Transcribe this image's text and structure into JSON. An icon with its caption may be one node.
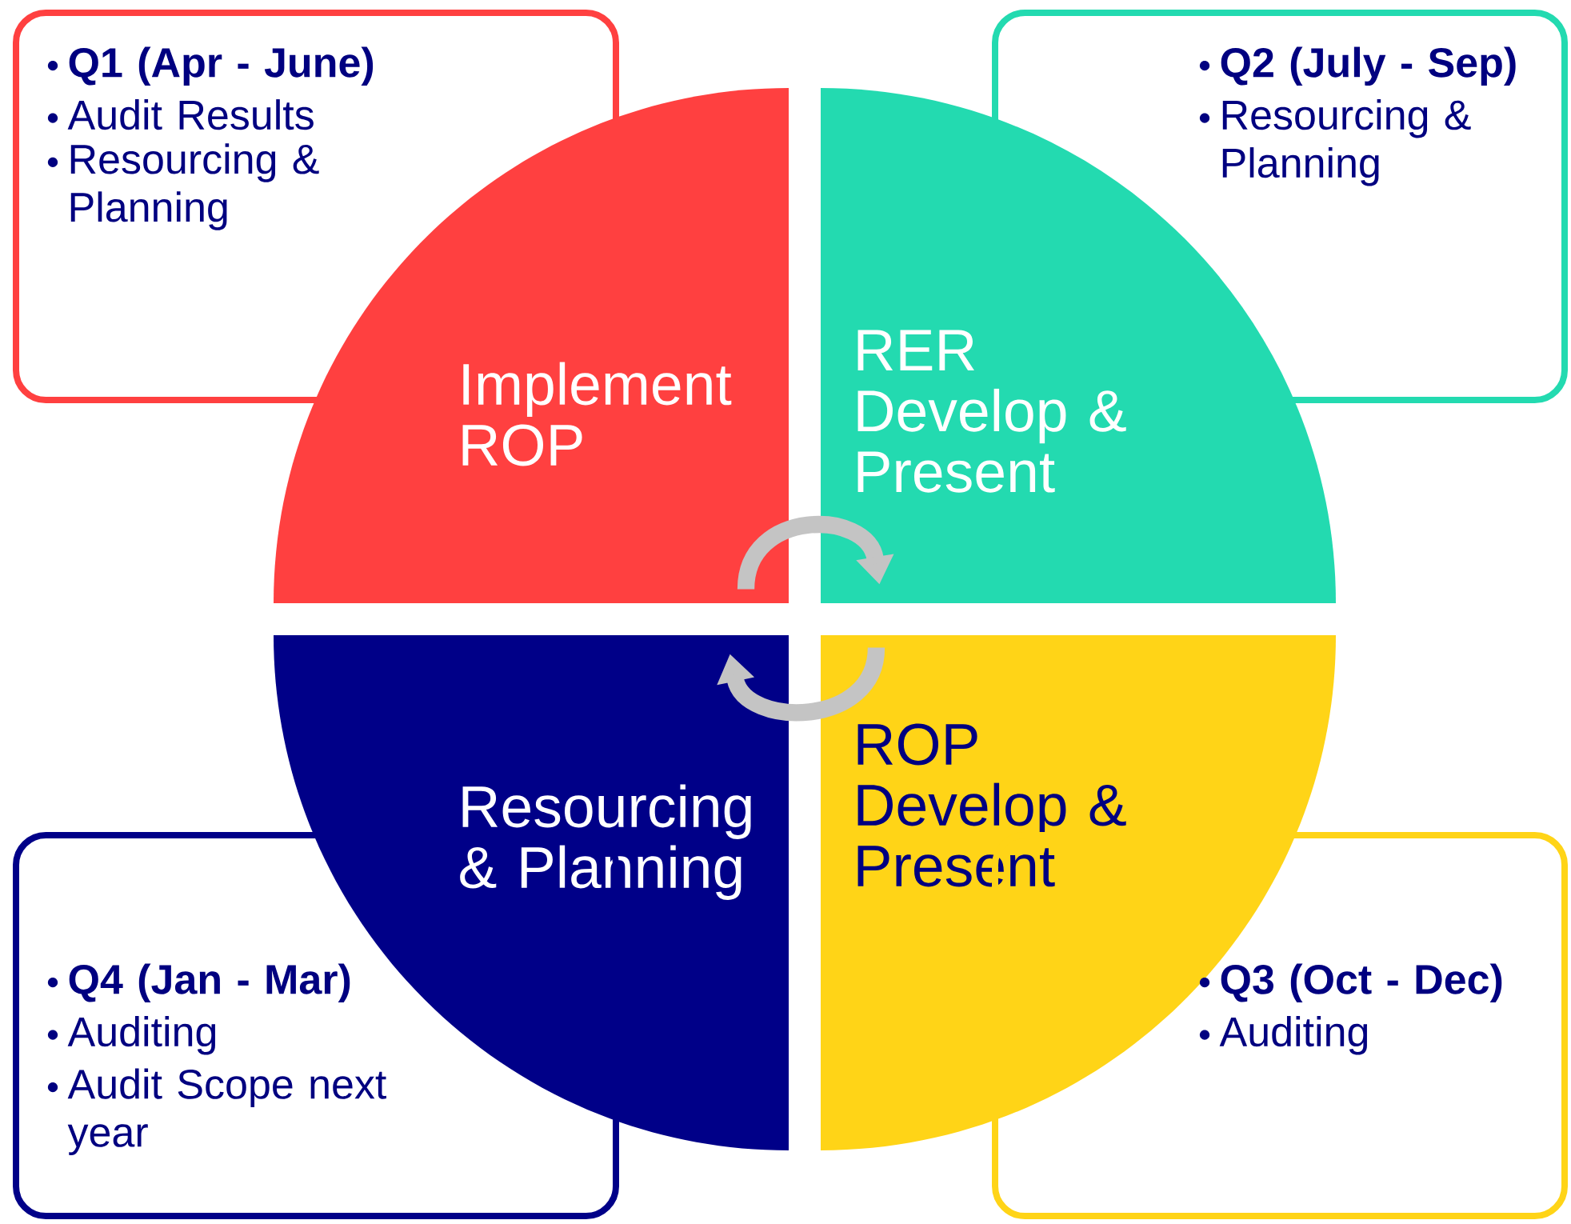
{
  "diagram": {
    "nodes": [
      {
        "text": [
          "Q1 (Apr - June)",
          "Audit Results",
          "Resourcing & Planning"
        ]
      },
      {
        "text": [
          "Q2 (July - Sep)",
          "Resourcing & Planning"
        ]
      },
      {
        "text": [
          "Implement ROP"
        ]
      },
      {
        "text": [
          "RER Develop & Present"
        ]
      },
      {
        "text": [
          "Resourcing & Planning"
        ]
      },
      {
        "text": [
          "ROP Develop & Present"
        ]
      },
      {
        "text": [
          "Q4 (Jan - Mar)",
          "Auditing",
          "Audit Scope next year"
        ]
      },
      {
        "text": [
          "Q3 (Oct - Dec)",
          "Auditing"
        ]
      }
    ],
    "edges": [
      {
        "from": 2,
        "to": 3,
        "arrow": "to"
      },
      {
        "from": 5,
        "to": 4,
        "arrow": "to"
      }
    ]
  }
}
